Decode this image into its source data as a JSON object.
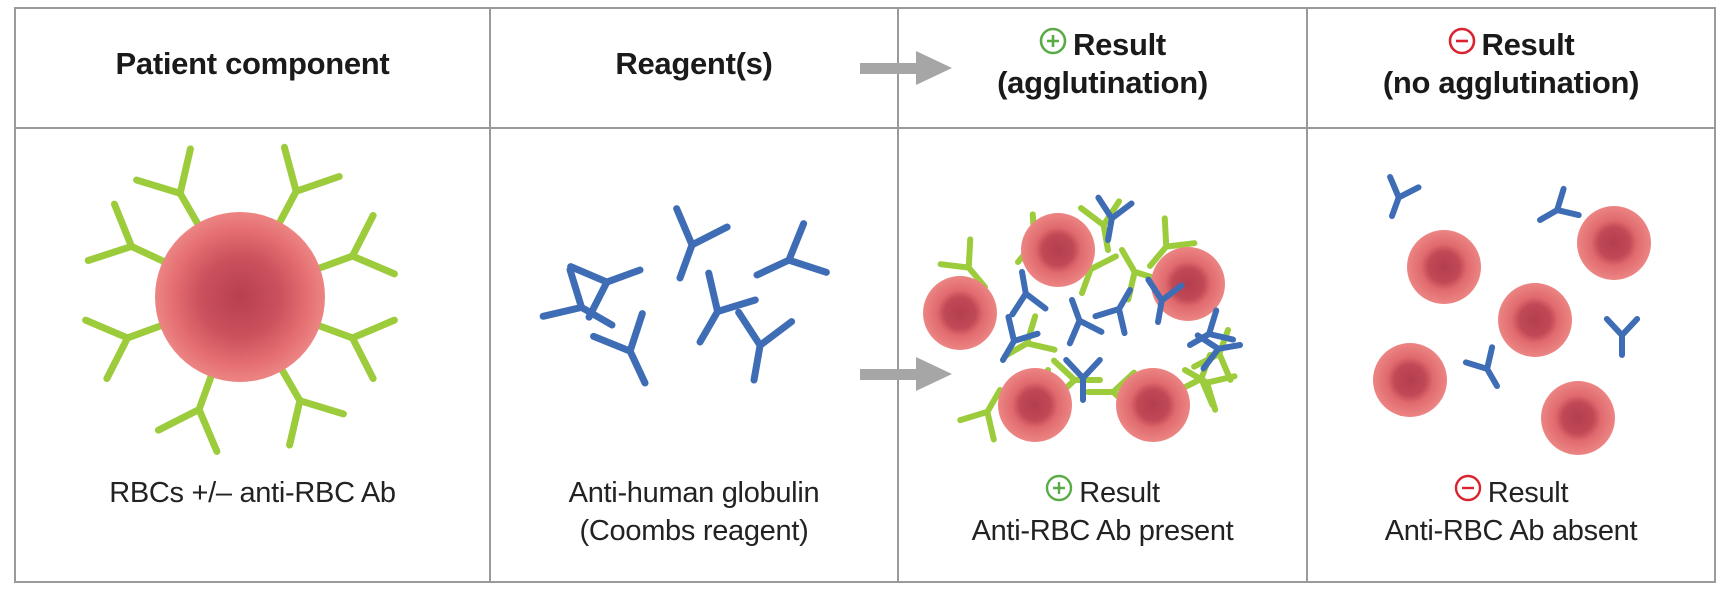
{
  "columns": [
    {
      "header": [
        "Patient component"
      ],
      "caption": [
        "RBCs +/– anti-RBC Ab"
      ]
    },
    {
      "header": [
        "Reagent(s)"
      ],
      "caption": [
        "Anti-human globulin",
        "(Coombs reagent)"
      ]
    },
    {
      "header": [
        "Result",
        "(agglutination)"
      ],
      "header_sign": "plus",
      "caption": [
        "Result",
        "Anti-RBC Ab present"
      ],
      "caption_sign": "plus"
    },
    {
      "header": [
        "Result",
        "(no agglutination)"
      ],
      "header_sign": "minus",
      "caption": [
        "Result",
        "Anti-RBC Ab absent"
      ],
      "caption_sign": "minus"
    }
  ],
  "colors": {
    "grid": "#9a9a9a",
    "rbc_outer": "#e9787a",
    "rbc_inner": "#b8404f",
    "patient_antibody": "#9ccb3b",
    "coombs_antibody": "#3f6db5",
    "arrow": "#a6a6a6",
    "plus_sign": "#5aab46",
    "minus_sign": "#d9232e"
  },
  "icons": [
    "red-blood-cell",
    "y-shaped-antibody",
    "arrow-right",
    "plus-circle-icon",
    "minus-circle-icon"
  ]
}
